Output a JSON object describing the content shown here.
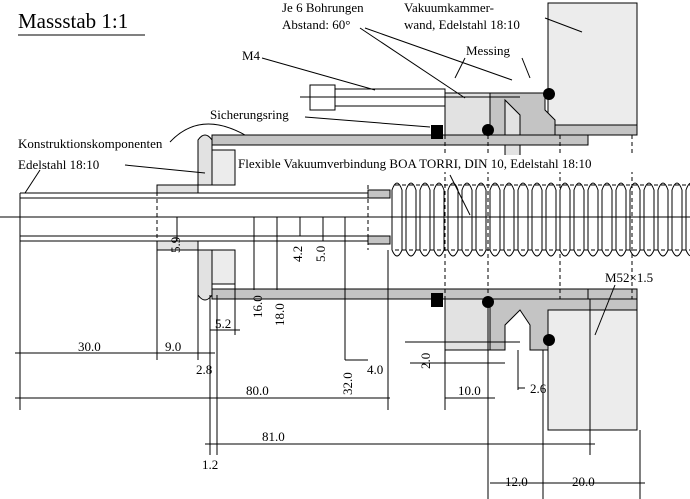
{
  "title": "Massstab 1:1",
  "labels": {
    "bohrungen": "Je 6 Bohrungen",
    "abstand": "Abstand: 60°",
    "kammer1": "Vakuumkammer-",
    "kammer2": "wand, Edelstahl 18:10",
    "m4": "M4",
    "messing": "Messing",
    "sicherungsring": "Sicherungsring",
    "konstruktion": "Konstruktionskomponenten",
    "edelstahl": "Edelstahl 18:10",
    "flexible": "Flexible Vakuumverbindung BOA TORRI,  DIN 10,  Edelstahl 18:10",
    "m52": "M52×1.5"
  },
  "dimensions": {
    "d5_9": "5.9",
    "d4_2": "4.2",
    "d5_0": "5.0",
    "d16_0": "16.0",
    "d18_0": "18.0",
    "d5_2": "5.2",
    "d30_0": "30.0",
    "d9_0": "9.0",
    "d2_8": "2.8",
    "d32_0": "32.0",
    "d4_0": "4.0",
    "d2_0": "2.0",
    "d80_0": "80.0",
    "d10_0": "10.0",
    "d2_6": "2.6",
    "d81_0": "81.0",
    "d1_2": "1.2",
    "d12_0": "12.0",
    "d20_0": "20.0"
  }
}
